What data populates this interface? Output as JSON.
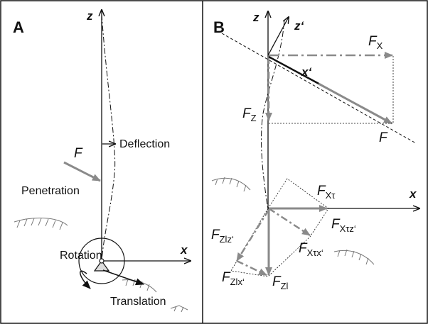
{
  "panel_a": {
    "letter": "A",
    "axis_z": "z",
    "axis_x": "x",
    "force": "F",
    "deflection": "Deflection",
    "penetration": "Penetration",
    "rotation": "Rotation",
    "translation": "Translation"
  },
  "panel_b": {
    "letter": "B",
    "axis_z": "z",
    "axis_z_prime": "z‘",
    "axis_x_prime": "x‘",
    "axis_x": "x",
    "force": "F",
    "f_x": {
      "main": "F",
      "sub": "X"
    },
    "f_z": {
      "main": "F",
      "sub": "Z"
    },
    "f_x_tau": {
      "main": "F",
      "sub": "Xτ"
    },
    "f_x_tau_z": {
      "main": "F",
      "sub": "Xτz‘"
    },
    "f_x_tau_x": {
      "main": "F",
      "sub": "Xτx‘"
    },
    "f_zl_z": {
      "main": "F",
      "sub": "Zlz‘"
    },
    "f_zl_x": {
      "main": "F",
      "sub": "Zlx‘"
    },
    "f_zl": {
      "main": "F",
      "sub": "Zl"
    }
  }
}
